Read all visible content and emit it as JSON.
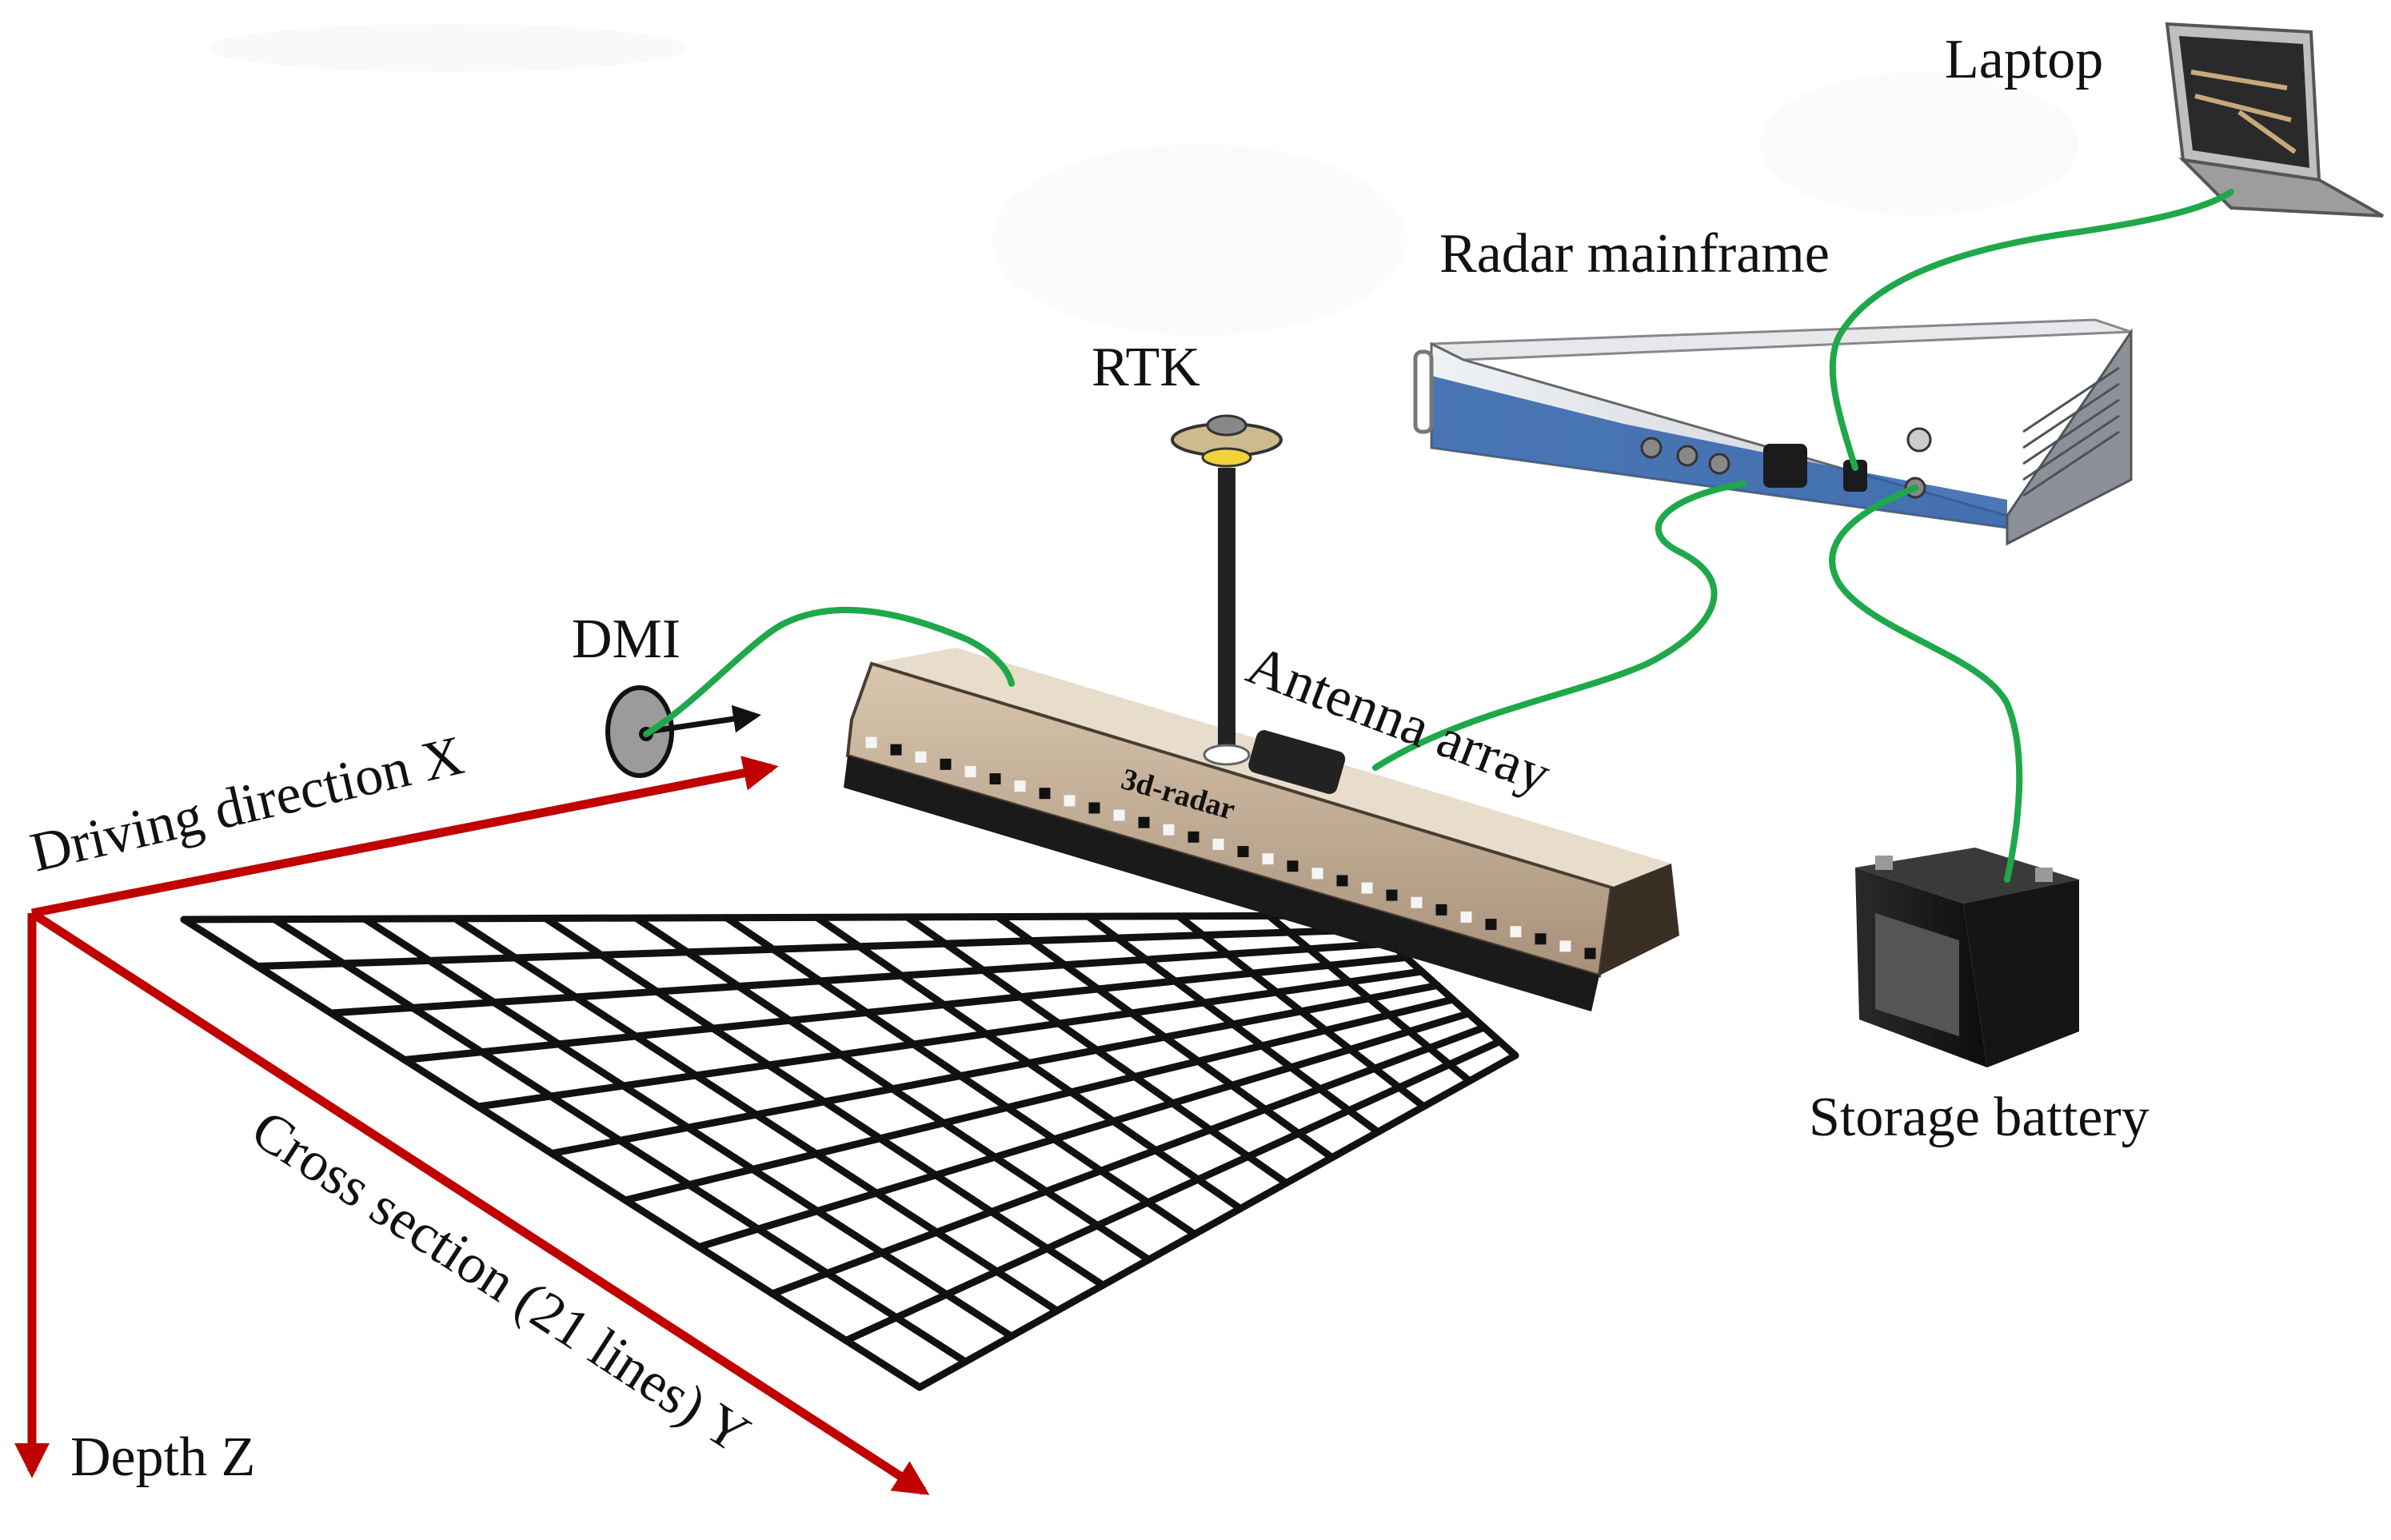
{
  "labels": {
    "laptop": "Laptop",
    "radar_mainframe": "Radar mainframe",
    "rtk": "RTK",
    "dmi": "DMI",
    "antenna_array": "Antenna array",
    "driving_direction": "Driving direction X",
    "cross_section": "Cross section (21 lines) Y",
    "depth": "Depth Z",
    "storage_battery": "Storage battery",
    "antenna_brand": "3d-radar"
  },
  "colors": {
    "axis": "#c00000",
    "cable": "#1fa84a",
    "grid": "#111111",
    "antenna_body": "#c9b49a",
    "mainframe_face": "#d9dee6",
    "mainframe_stripe": "#2b5fa8"
  }
}
